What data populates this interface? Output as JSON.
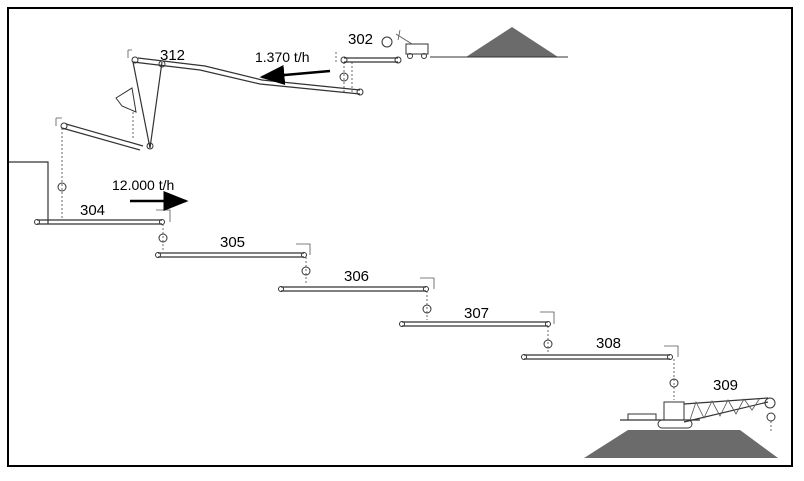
{
  "conveyors": {
    "c302": "302",
    "c312": "312",
    "c304": "304",
    "c305": "305",
    "c306": "306",
    "c307": "307",
    "c308": "308",
    "c309": "309"
  },
  "flows": {
    "upper_rate": "1.370 t/h",
    "lower_rate": "12.000 t/h"
  },
  "colors": {
    "pile": "#6b6b6b",
    "line": "#333333",
    "arrow": "#000000"
  }
}
